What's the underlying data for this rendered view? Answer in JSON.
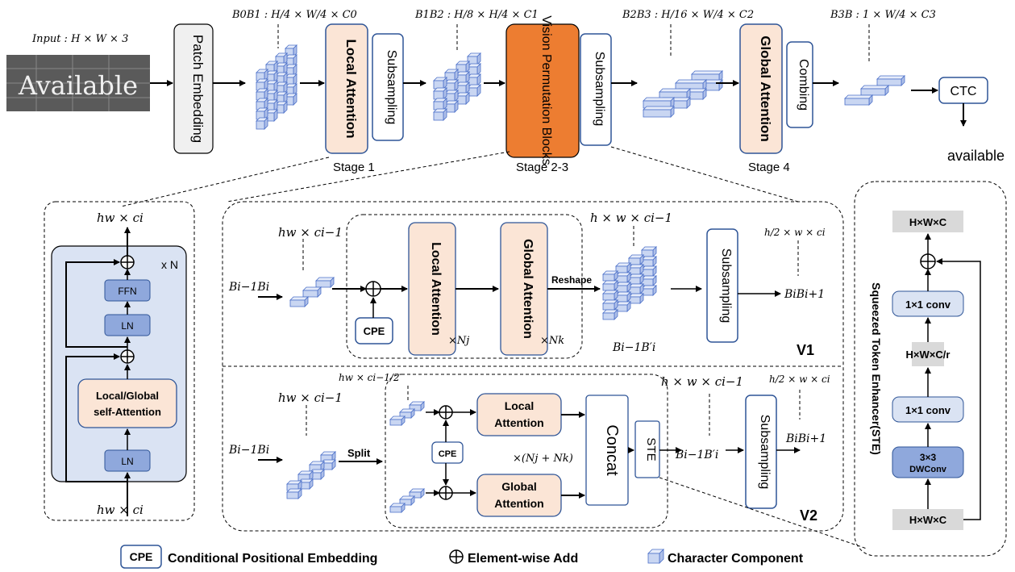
{
  "top": {
    "input_label": "Input : H × W × 3",
    "input_word": "Available",
    "patch_embedding": "Patch Embedding",
    "dim0": "B0B1 : H/4 × W/4 × C0",
    "local_attention": "Local Attention",
    "subsampling": "Subsampling",
    "dim1": "B1B2 : H/8 × H/4 × C1",
    "vision_permutation": "Vision Permutation Blocks",
    "dim2": "B2B3 : H/16 × W/4 × C2",
    "global_attention": "Global Attention",
    "combing": "Combing",
    "dim3": "B3B : 1 × W/4 × C3",
    "ctc": "CTC",
    "output": "available",
    "stage1": "Stage 1",
    "stage23": "Stage 2-3",
    "stage4": "Stage 4"
  },
  "block": {
    "out_dim": "hw × ci",
    "in_dim": "hw × ci",
    "repeat": "x N",
    "ffn": "FFN",
    "ln": "LN",
    "self_attention_l1": "Local/Global",
    "self_attention_l2": "self-Attention"
  },
  "v1": {
    "tag": "V1",
    "in_label": "Bi−1Bi",
    "in_dim": "hw × ci−1",
    "cpe": "CPE",
    "local_attention": "Local Attention",
    "nj": "×Nj",
    "global_attention": "Global Attention",
    "nk": "×Nk",
    "reshape": "Reshape",
    "reshaped_dim": "h × w × ci−1",
    "mid_label": "Bi−1B′i",
    "subsampling": "Subsampling",
    "out_dim": "h/2 × w × ci",
    "out_label": "BiBi+1"
  },
  "v2": {
    "tag": "V2",
    "in_label": "Bi−1Bi",
    "in_dim": "hw × ci−1",
    "split": "Split",
    "split_dim": "hw × ci−1/2",
    "cpe": "CPE",
    "local_attention": "Local Attention",
    "global_attention": "Global Attention",
    "njk": "×(Nj + Nk)",
    "concat": "Concat",
    "ste": "STE",
    "reshaped_dim": "h × w × ci−1",
    "mid_label": "Bi−1B′i",
    "subsampling": "Subsampling",
    "out_dim": "h/2 × w × ci",
    "out_label": "BiBi+1"
  },
  "ste": {
    "title": "Squeezed Token Enhancer(STE)",
    "top": "H×W×C",
    "conv1": "1×1 conv",
    "mid": "H×W×C/r",
    "conv2": "1×1 conv",
    "dw1": "3×3",
    "dw2": "DWConv",
    "bottom": "H×W×C"
  },
  "legend": {
    "cpe": "CPE",
    "cpe_desc": "Conditional Positional Embedding",
    "add_desc": "Element-wise Add",
    "char_desc": "Character Component"
  },
  "colors": {
    "peach": "#fbe5d6",
    "orange": "#ed7d31",
    "blue_block": "#8fa8dc",
    "block_bg": "#dae3f3",
    "grey": "#d9d9d9",
    "stroke": "#000000",
    "cube_face": "#c9d6f2",
    "cube_edge": "#4a6fc8"
  }
}
